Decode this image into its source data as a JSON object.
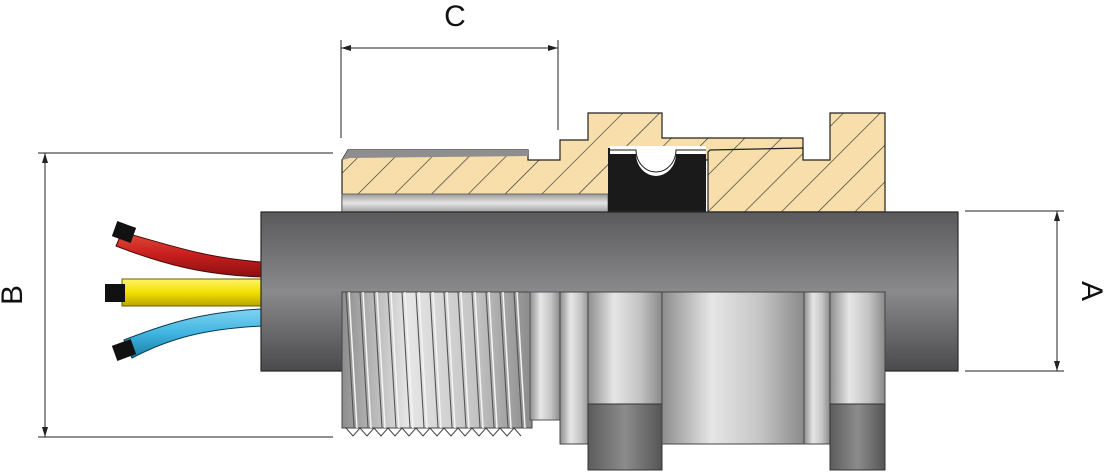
{
  "dimensions": {
    "a": {
      "label": "A"
    },
    "b": {
      "label": "B"
    },
    "c": {
      "label": "C"
    }
  },
  "cables": [
    {
      "name": "red-cable",
      "color": "#c81e1e"
    },
    {
      "name": "yellow-cable",
      "color": "#f2e000"
    },
    {
      "name": "blue-cable",
      "color": "#3fb4e0"
    }
  ],
  "colors": {
    "hatch_fill": "#f7deaa",
    "seal": "#1a1a1a",
    "cable_jacket": "#6a6a6c",
    "metal": "#c8c8c8"
  }
}
